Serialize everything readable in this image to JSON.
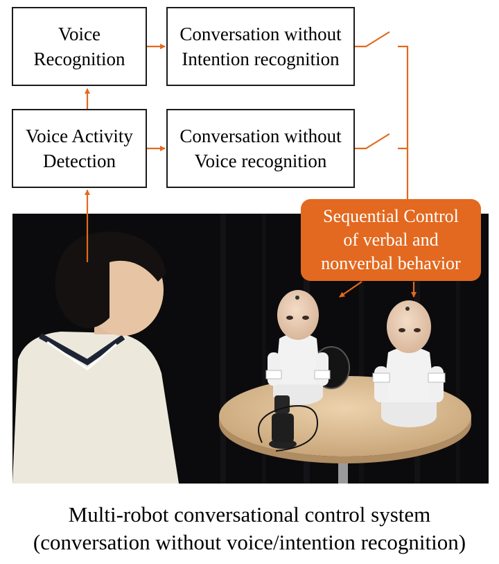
{
  "boxes": {
    "voice_recognition": {
      "line1": "Voice",
      "line2": "Recognition"
    },
    "voice_activity_detection": {
      "line1": "Voice Activity",
      "line2": "Detection"
    },
    "conv_without_intention": {
      "line1": "Conversation without",
      "line2": "Intention recognition"
    },
    "conv_without_voice": {
      "line1": "Conversation without",
      "line2": "Voice recognition"
    }
  },
  "callout": {
    "line1": "Sequential Control",
    "line2": "of verbal and",
    "line3": "nonverbal behavior"
  },
  "caption": {
    "line1": "Multi-robot conversational control system",
    "line2": "(conversation without voice/intention recognition)"
  },
  "colors": {
    "accent": "#e2691f",
    "box_border": "#1a1a1a",
    "photo_background": "#0b0b0d",
    "table": "#e3c49b"
  }
}
